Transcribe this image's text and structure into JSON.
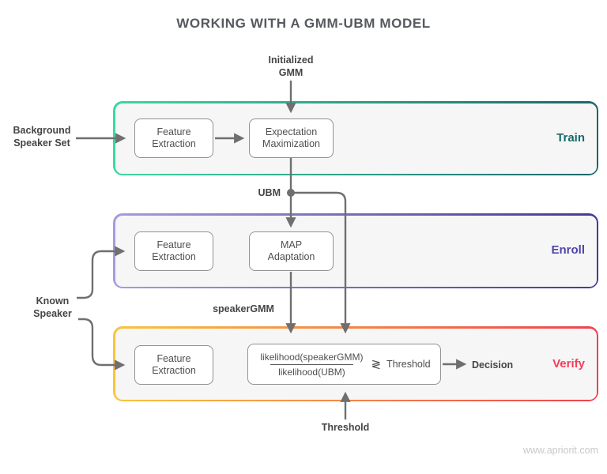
{
  "title": "WORKING WITH A GMM-UBM MODEL",
  "watermark": "www.apriorit.com",
  "colors": {
    "train_gradient_start": "#3fd6a4",
    "train_gradient_end": "#1e666b",
    "train_label": "#17696a",
    "enroll_gradient_start": "#a89ade",
    "enroll_gradient_end": "#453a96",
    "enroll_label": "#4e46ab",
    "verify_gradient_start": "#f8c53f",
    "verify_gradient_end": "#f0414f",
    "verify_label": "#f63d56",
    "arrow": "#6f6f6f",
    "panel_background": "#f6f6f7",
    "box_border": "#929292"
  },
  "annotations": {
    "initialized_gmm": {
      "line1": "Initialized",
      "line2": "GMM"
    },
    "background_speaker_set": {
      "line1": "Background",
      "line2": "Speaker Set"
    },
    "ubm": "UBM",
    "known_speaker": {
      "line1": "Known",
      "line2": "Speaker"
    },
    "speaker_gmm": "speakerGMM",
    "threshold_input": "Threshold",
    "decision": "Decision"
  },
  "stages": {
    "train": {
      "label": "Train",
      "box1": {
        "line1": "Feature",
        "line2": "Extraction"
      },
      "box2": {
        "line1": "Expectation",
        "line2": "Maximization"
      }
    },
    "enroll": {
      "label": "Enroll",
      "box1": {
        "line1": "Feature",
        "line2": "Extraction"
      },
      "box2": {
        "line1": "MAP",
        "line2": "Adaptation"
      }
    },
    "verify": {
      "label": "Verify",
      "box1": {
        "line1": "Feature",
        "line2": "Extraction"
      },
      "formula": {
        "numerator": "likelihood(speakerGMM)",
        "denominator": "likelihood(UBM)",
        "comparator": "≷",
        "threshold": "Threshold"
      }
    }
  }
}
